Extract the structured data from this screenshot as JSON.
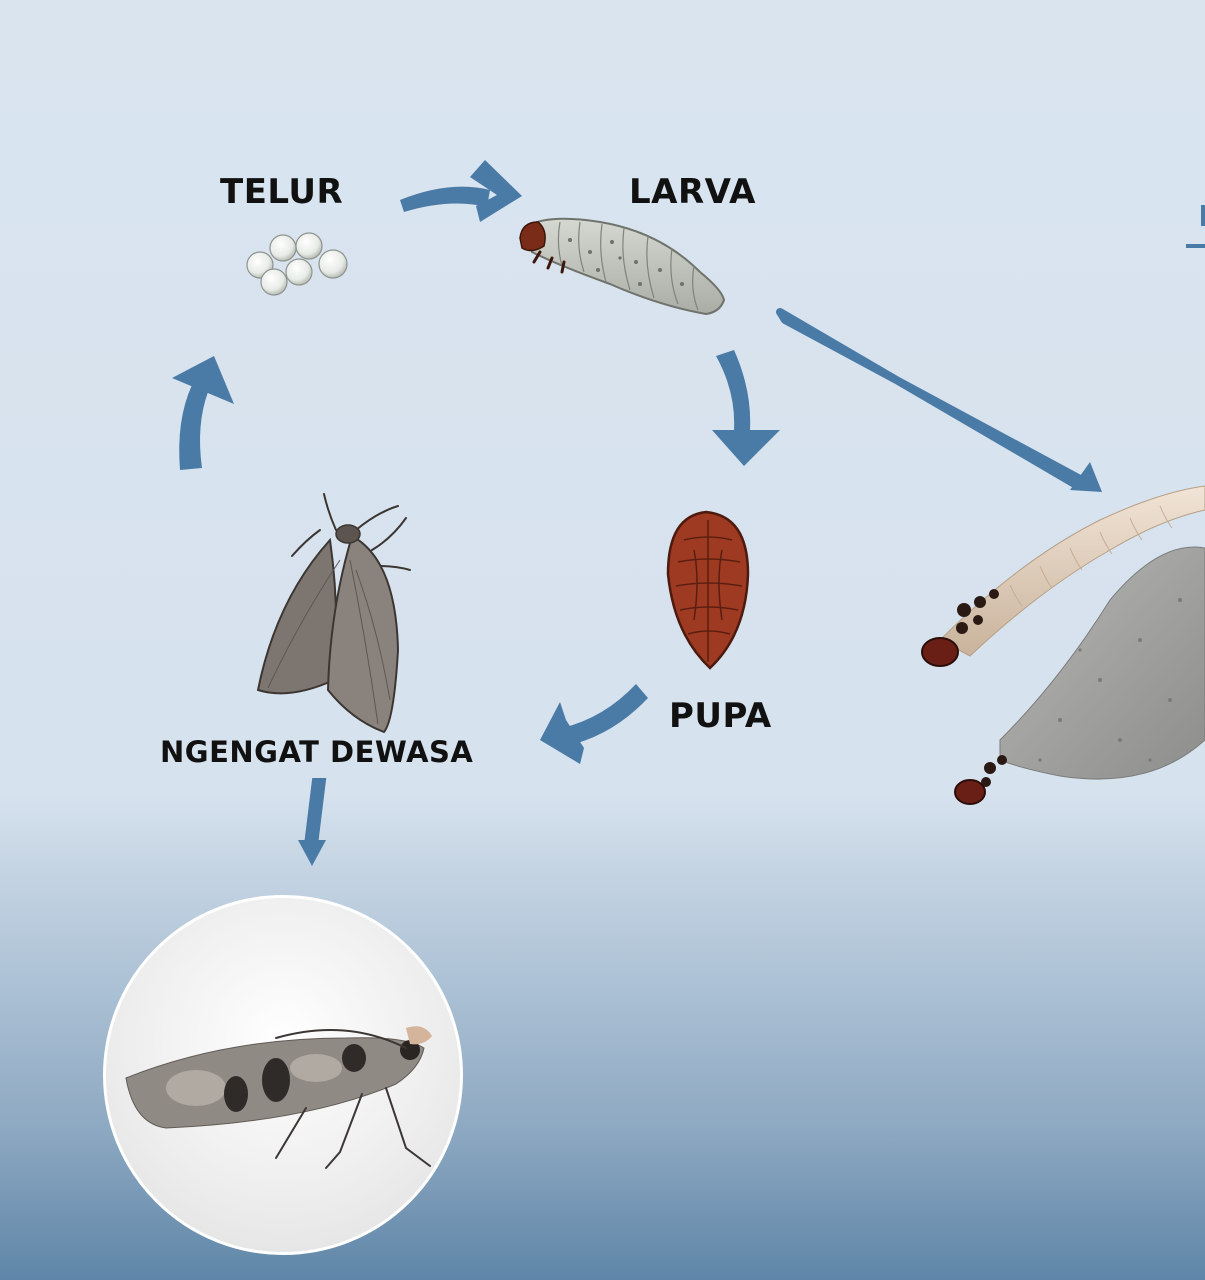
{
  "diagram": {
    "stages": {
      "egg": "TELUR",
      "larva": "LARVA",
      "pupa": "PUPA",
      "adult": "NGENGAT DEWASA"
    }
  },
  "colors": {
    "arrow": "#4a7aa6",
    "pupa": "#9e3a22",
    "moth": "#7d7670"
  }
}
